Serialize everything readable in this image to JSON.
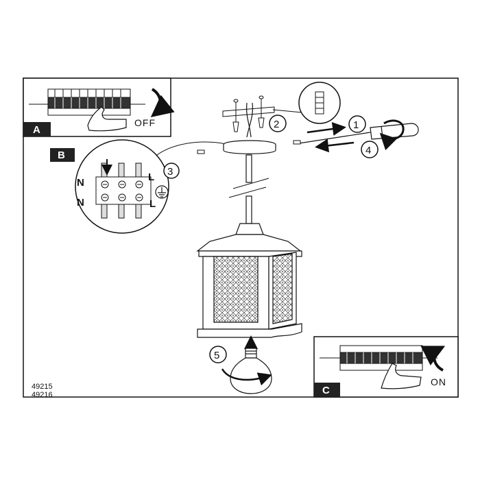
{
  "panel_a": {
    "letter": "A",
    "label": "OFF"
  },
  "panel_b": {
    "letter": "B",
    "terminal_labels": {
      "n_top": "N",
      "l_top": "L",
      "n_bottom": "N",
      "l_bottom": "L"
    }
  },
  "panel_c": {
    "letter": "C",
    "label": "ON"
  },
  "steps": [
    "1",
    "2",
    "3",
    "4",
    "5"
  ],
  "model_numbers": [
    "49215",
    "49216"
  ],
  "colors": {
    "line": "#111111",
    "background": "#ffffff",
    "badge_fill": "#222222",
    "badge_text": "#ffffff"
  },
  "icons": [
    "hand-icon",
    "rotate-arrow-icon",
    "screwdriver-icon",
    "screw-icon",
    "ground-icon",
    "light-bulb-icon",
    "lantern-icon"
  ]
}
